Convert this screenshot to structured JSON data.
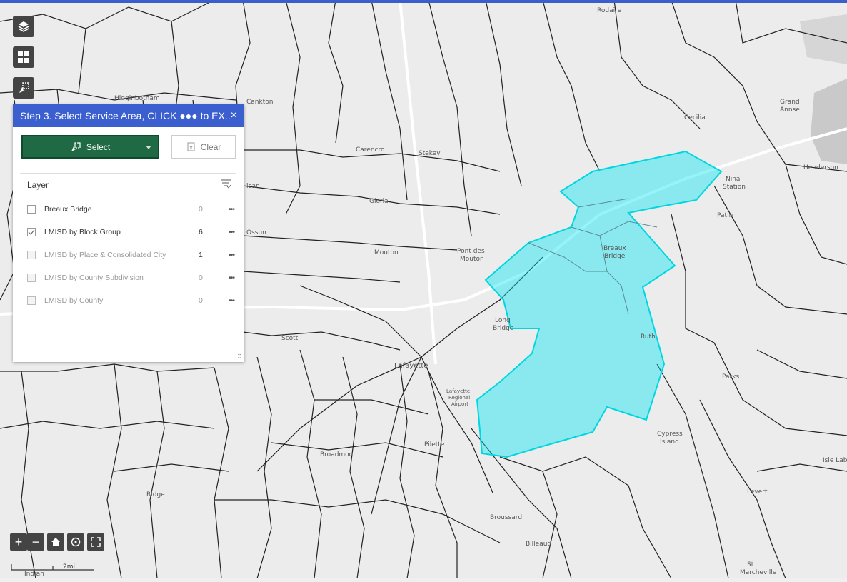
{
  "map": {
    "places": [
      {
        "id": "rodaire",
        "text": "Rodaire"
      },
      {
        "id": "higginbotham",
        "text": "Higginbotham"
      },
      {
        "id": "cankton",
        "text": "Cankton"
      },
      {
        "id": "grand-anse",
        "text": "Grand\nAnnse"
      },
      {
        "id": "cecilia",
        "text": "Cecilia"
      },
      {
        "id": "carencro",
        "text": "Carencro"
      },
      {
        "id": "stekey",
        "text": "Stekey"
      },
      {
        "id": "nina-station",
        "text": "Nina\nStation"
      },
      {
        "id": "henderson",
        "text": "Henderson"
      },
      {
        "id": "patin",
        "text": "Patin"
      },
      {
        "id": "ican",
        "text": "ican"
      },
      {
        "id": "gloria",
        "text": "Gloria"
      },
      {
        "id": "ossun",
        "text": "Ossun"
      },
      {
        "id": "mouton",
        "text": "Mouton"
      },
      {
        "id": "pont-des-mouton",
        "text": "Pont des\nMouton"
      },
      {
        "id": "breaux-bridge",
        "text": "Breaux\nBridge"
      },
      {
        "id": "long-bridge",
        "text": "Long\nBridge"
      },
      {
        "id": "scott",
        "text": "Scott"
      },
      {
        "id": "ruth",
        "text": "Ruth"
      },
      {
        "id": "lafayette",
        "text": "Lafayette"
      },
      {
        "id": "lafayette-airport",
        "text": "Lafayette\nRegional\nAirport"
      },
      {
        "id": "parks",
        "text": "Parks"
      },
      {
        "id": "broadmoor",
        "text": "Broadmoor"
      },
      {
        "id": "pilette",
        "text": "Pilette"
      },
      {
        "id": "cypress-island",
        "text": "Cypress\nIsland"
      },
      {
        "id": "isle-labbe",
        "text": "Isle Lab"
      },
      {
        "id": "ridge",
        "text": "Ridge"
      },
      {
        "id": "levert",
        "text": "Levert"
      },
      {
        "id": "broussard",
        "text": "Broussard"
      },
      {
        "id": "billeaud",
        "text": "Billeaud"
      },
      {
        "id": "st-marcheville",
        "text": "St\nMarcheville"
      },
      {
        "id": "indian",
        "text": "Indian"
      }
    ],
    "selection_color": "#00e5f0",
    "scale_label": "2mi"
  },
  "tools": {
    "layers_icon": "layers-icon",
    "basemap_icon": "basemap-gallery-icon",
    "select_icon": "select-tool-icon"
  },
  "panel": {
    "title": "Step 3. Select Service Area, CLICK ●●● to EX...",
    "close": "×",
    "select_label": "Select",
    "clear_label": "Clear",
    "layer_header": "Layer",
    "more": "•••",
    "layers": [
      {
        "name": "Breaux Bridge",
        "count": "0",
        "checked": false,
        "enabled": true
      },
      {
        "name": "LMISD by Block Group",
        "count": "6",
        "checked": true,
        "enabled": true
      },
      {
        "name": "LMISD by Place & Consolidated City",
        "count": "1",
        "checked": false,
        "enabled": false
      },
      {
        "name": "LMISD by County Subdivision",
        "count": "0",
        "checked": false,
        "enabled": false
      },
      {
        "name": "LMISD by County",
        "count": "0",
        "checked": false,
        "enabled": false
      }
    ]
  },
  "zoom": {
    "in": "+",
    "out": "−"
  }
}
